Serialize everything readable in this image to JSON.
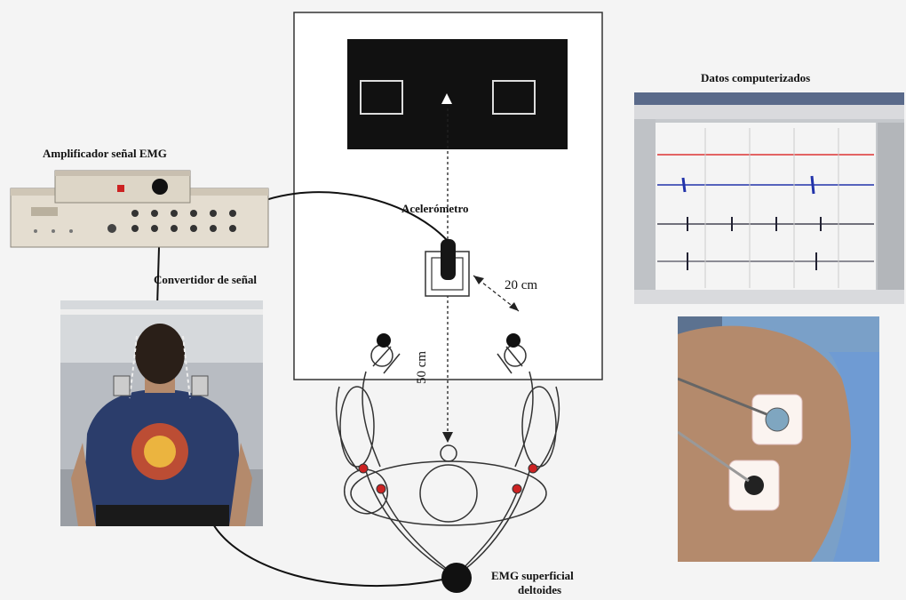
{
  "labels": {
    "amplifier": "Amplificador señal EMG",
    "converter": "Convertidor de señal",
    "accelerometer": "Acelerómetro",
    "computer_data": "Datos computerizados",
    "emg_line1": "EMG superficial",
    "emg_line2": "deltoides",
    "dist_20": "20 cm",
    "dist_50": "50 cm"
  },
  "colors": {
    "background": "#f4f4f4",
    "screen": "#111111",
    "emg_dot": "#111111",
    "marker_red": "#cc2222",
    "amp_body": "#e4ddd0",
    "shirt": "#2b3d6b",
    "skin": "#b48a6c"
  }
}
